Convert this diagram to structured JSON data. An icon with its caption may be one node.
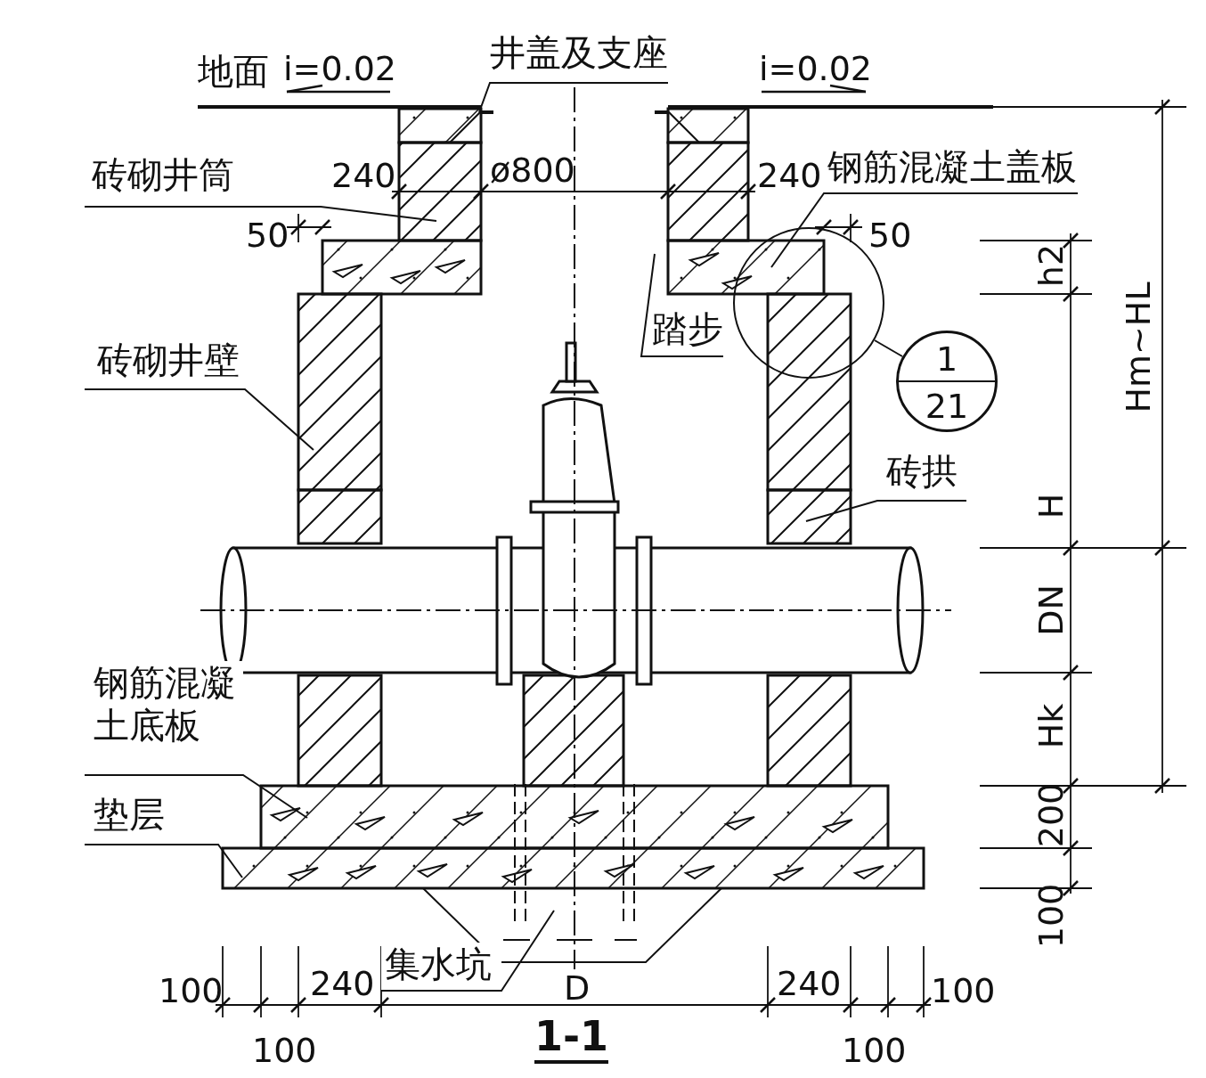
{
  "diagram": {
    "title": "1-1",
    "nodes": [
      {
        "text": [
          "井盖及支座"
        ]
      },
      {
        "text": [
          "砖砌井筒"
        ]
      },
      {
        "text": [
          "钢筋混凝土盖板"
        ]
      },
      {
        "text": [
          "踏步"
        ]
      },
      {
        "text": [
          "砖砌井壁"
        ]
      },
      {
        "text": [
          "砖拱"
        ]
      },
      {
        "text": [
          "钢筋混凝土底板"
        ]
      },
      {
        "text": [
          "垫层"
        ]
      },
      {
        "text": [
          "集水坑"
        ]
      },
      {
        "text": [
          "1",
          "21"
        ]
      },
      {
        "text": [],
        "shape": "circle"
      }
    ],
    "edges": [
      {
        "from": 0,
        "to": null,
        "arrow": "none"
      },
      {
        "from": 1,
        "to": null,
        "arrow": "none"
      },
      {
        "from": 2,
        "to": 10,
        "arrow": "none"
      },
      {
        "from": 3,
        "to": null,
        "arrow": "none"
      },
      {
        "from": 4,
        "to": null,
        "arrow": "none"
      },
      {
        "from": 5,
        "to": null,
        "arrow": "none"
      },
      {
        "from": 6,
        "to": null,
        "arrow": "none"
      },
      {
        "from": 7,
        "to": null,
        "arrow": "none"
      },
      {
        "from": 8,
        "to": null,
        "arrow": "none"
      },
      {
        "from": 9,
        "to": 10,
        "arrow": "none"
      }
    ],
    "labels": [
      "地面",
      "i=0.02",
      "i=0.02",
      "240",
      "ø800",
      "240",
      "50",
      "50",
      "h2",
      "Hm~HL",
      "H",
      "DN",
      "Hk",
      "200",
      "100",
      "100",
      "240",
      "D",
      "240",
      "100",
      "100",
      "100"
    ]
  }
}
